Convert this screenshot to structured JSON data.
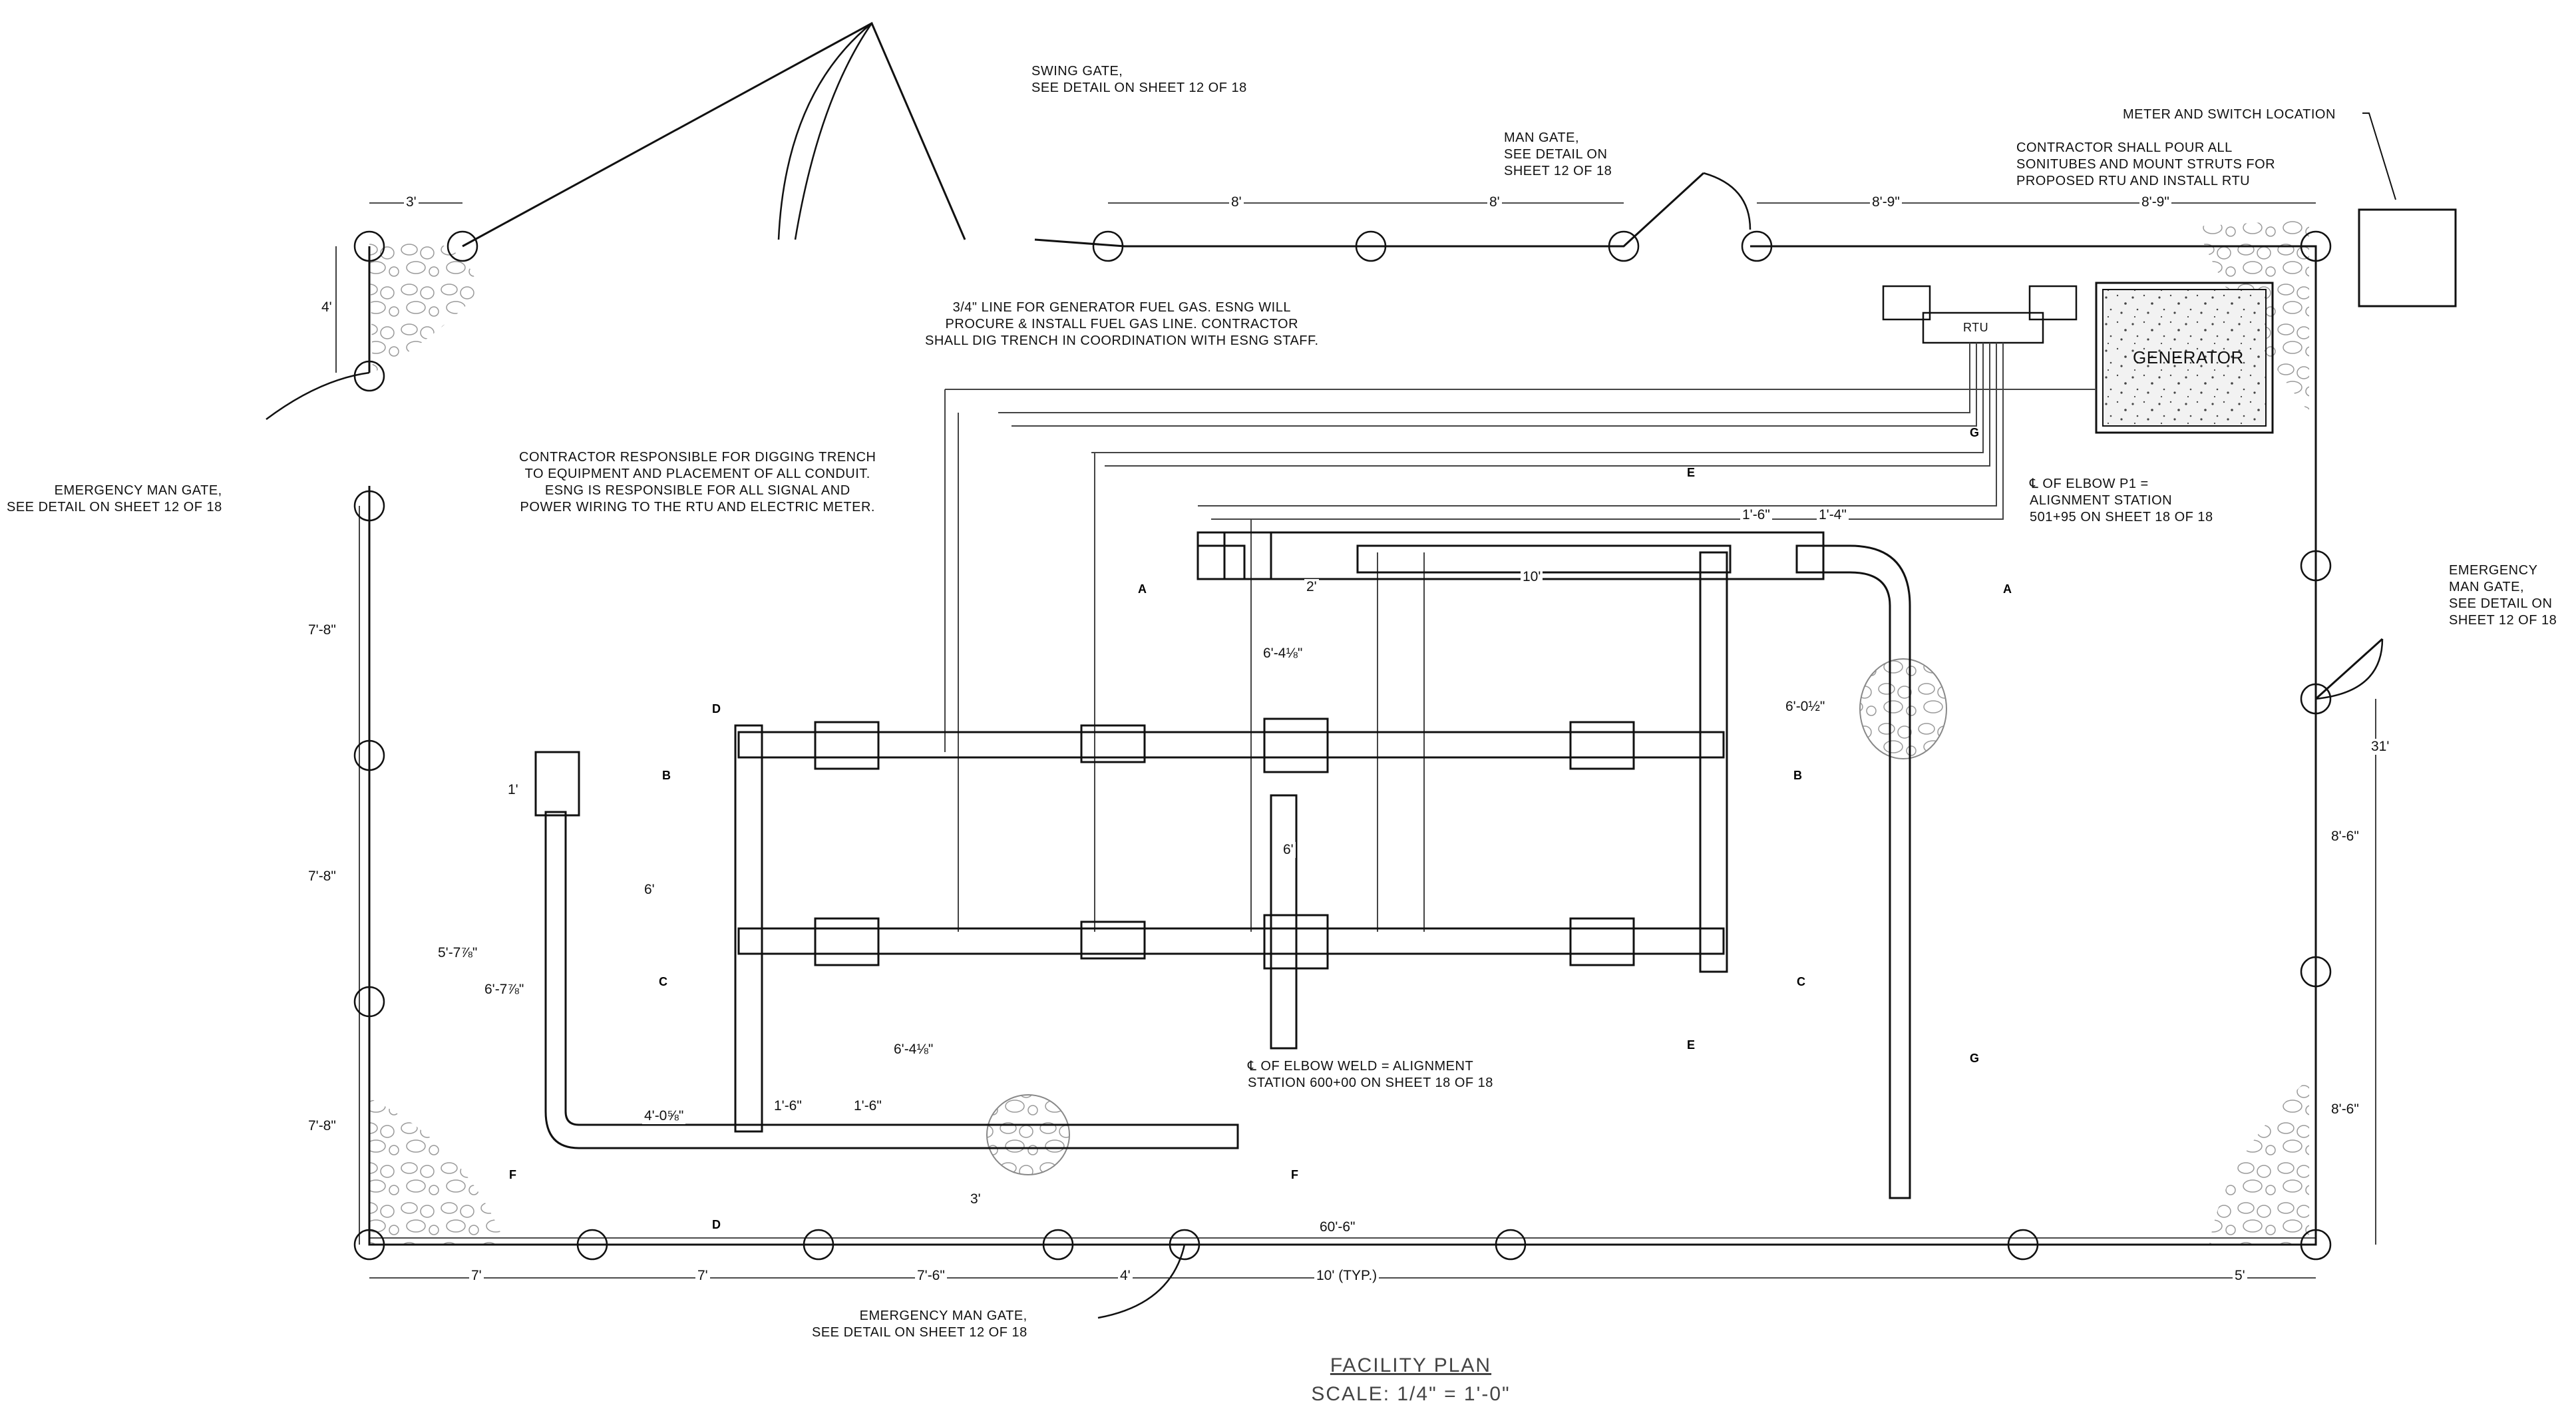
{
  "title": "FACILITY PLAN",
  "scale": "SCALE: 1/4\" = 1'-0\"",
  "components": {
    "generator": "GENERATOR",
    "rtu": "RTU"
  },
  "callouts": {
    "swing_gate": "SWING GATE,\nSEE DETAIL ON SHEET 12 OF 18",
    "man_gate": "MAN GATE,\nSEE DETAIL ON\nSHEET 12 OF 18",
    "meter_switch": "METER AND SWITCH LOCATION",
    "rtu_note": "CONTRACTOR SHALL POUR ALL\nSONITUBES AND MOUNT STRUTS FOR\nPROPOSED RTU AND INSTALL RTU",
    "fuel_gas": "3/4\" LINE FOR GENERATOR FUEL GAS. ESNG WILL\nPROCURE & INSTALL FUEL GAS LINE. CONTRACTOR\nSHALL DIG TRENCH IN COORDINATION WITH ESNG STAFF.",
    "trench": "CONTRACTOR RESPONSIBLE FOR DIGGING TRENCH\nTO EQUIPMENT AND PLACEMENT OF ALL CONDUIT.\nESNG IS RESPONSIBLE FOR ALL SIGNAL AND\nPOWER WIRING TO THE RTU AND ELECTRIC METER.",
    "emergency_left": "EMERGENCY MAN GATE,\nSEE DETAIL ON SHEET 12 OF 18",
    "emergency_right": "EMERGENCY\nMAN GATE,\nSEE DETAIL ON\nSHEET 12 OF 18",
    "emergency_bottom": "EMERGENCY MAN GATE,\nSEE DETAIL ON SHEET 12 OF 18",
    "elbow_p1": "℄ OF ELBOW P1 =\nALIGNMENT STATION\n501+95 ON SHEET 18 OF 18",
    "elbow_weld": "℄ OF ELBOW WELD = ALIGNMENT\nSTATION 600+00 ON SHEET 18 OF 18"
  },
  "dimensions": {
    "top_3": "3'",
    "top_8a": "8'",
    "top_8b": "8'",
    "top_8_9a": "8'-9\"",
    "top_8_9b": "8'-9\"",
    "left_4": "4'",
    "left_7_8a": "7'-8\"",
    "left_7_8b": "7'-8\"",
    "left_7_8c": "7'-8\"",
    "right_31": "31'",
    "right_8_6a": "8'-6\"",
    "right_8_6b": "8'-6\"",
    "bottom_7a": "7'",
    "bottom_7b": "7'",
    "bottom_7_6": "7'-6\"",
    "bottom_4": "4'",
    "bottom_10": "10' (TYP.)",
    "bottom_5": "5'",
    "overall_60_6": "60'-6\"",
    "pipe_1_6a": "1'-6\"",
    "pipe_1_4": "1'-4\"",
    "pipe_2": "2'",
    "pipe_10": "10'",
    "pipe_6_4": "6'-4⅛\"",
    "pipe_6_0": "6'-0½\"",
    "pipe_6a": "6'",
    "pipe_6b": "6'",
    "pipe_1": "1'",
    "pipe_5_7": "5'-7⅞\"",
    "pipe_6_7": "6'-7⅞\"",
    "pipe_6_4b": "6'-4⅛\"",
    "pipe_4_0": "4'-0⅝\"",
    "pipe_1_6b": "1'-6\"",
    "pipe_1_6c": "1'-6\"",
    "pipe_3": "3'"
  },
  "section_tags": {
    "a": "A",
    "b": "B",
    "c": "C",
    "d": "D",
    "e": "E",
    "f": "F",
    "g": "G"
  }
}
